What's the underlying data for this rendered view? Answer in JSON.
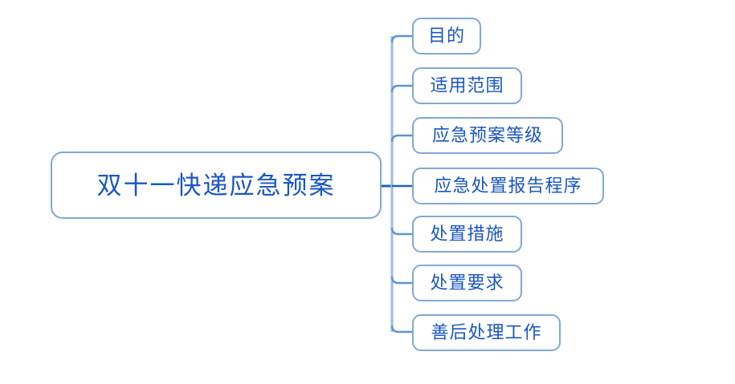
{
  "diagram": {
    "type": "mind-map",
    "orientation": "left-to-right",
    "background_color": "#ffffff",
    "node_border_color": "#7fa8d9",
    "node_fill_color": "#ffffff",
    "text_color": "#1a56c4",
    "connector_color": "#7fa8d9",
    "root_stub_color": "#1f62b8",
    "root": {
      "label": "双十一快递应急预案"
    },
    "children": [
      {
        "label": "目的"
      },
      {
        "label": "适用范围"
      },
      {
        "label": "应急预案等级"
      },
      {
        "label": "应急处置报告程序"
      },
      {
        "label": "处置措施"
      },
      {
        "label": "处置要求"
      },
      {
        "label": "善后处理工作"
      }
    ]
  }
}
